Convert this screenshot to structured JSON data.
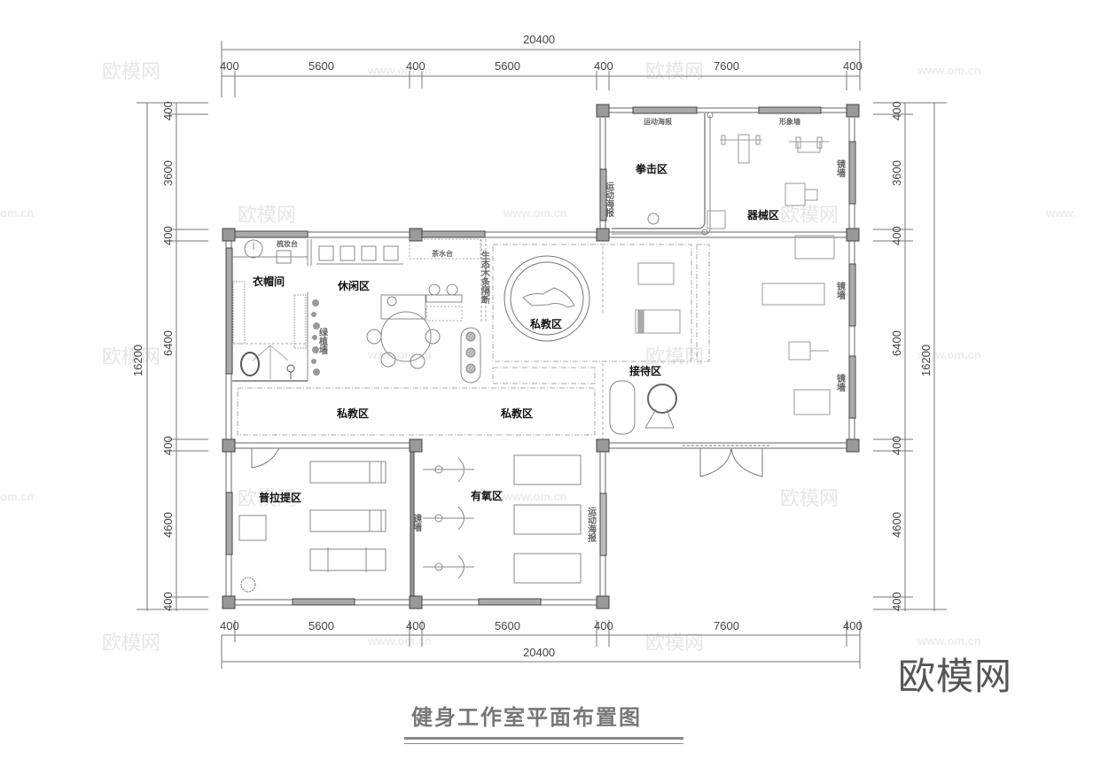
{
  "title": "健身工作室平面布置图",
  "brand_watermark": "欧模网",
  "watermark_url": "www.om.cn",
  "dimensions": {
    "top_total": "20400",
    "top_segments": [
      "400",
      "5600",
      "400",
      "5600",
      "400",
      "7600",
      "400"
    ],
    "bottom_total": "20400",
    "bottom_segments": [
      "400",
      "5600",
      "400",
      "5600",
      "400",
      "7600",
      "400"
    ],
    "left_total": "16200",
    "left_segments": [
      "400",
      "3600",
      "400",
      "6400",
      "400",
      "4600",
      "400"
    ],
    "right_total": "16200",
    "right_segments": [
      "400",
      "3600",
      "400",
      "6400",
      "400",
      "4600",
      "400"
    ]
  },
  "rooms": {
    "boxing": "拳击区",
    "equipment": "器械区",
    "cloakroom": "衣帽间",
    "lounge": "休闲区",
    "private_training_round": "私教区",
    "private_training_1": "私教区",
    "private_training_2": "私教区",
    "reception": "接待区",
    "pilates": "普拉提区",
    "cardio": "有氧区"
  },
  "annotations": {
    "sports_poster_top": "运动海报",
    "sports_poster_left": "运动海报",
    "sports_poster_right": "运动海报",
    "image_wall": "形象墙",
    "mirror": "镜墙",
    "dressing_table": "梳妆台",
    "water_bar": "茶水台",
    "green_wall": "绿植墙",
    "wood_partition": "生态木条隔断"
  },
  "colors": {
    "wall": "#888888",
    "column": "#999999",
    "line": "#666666",
    "furniture": "#aaaaaa"
  }
}
